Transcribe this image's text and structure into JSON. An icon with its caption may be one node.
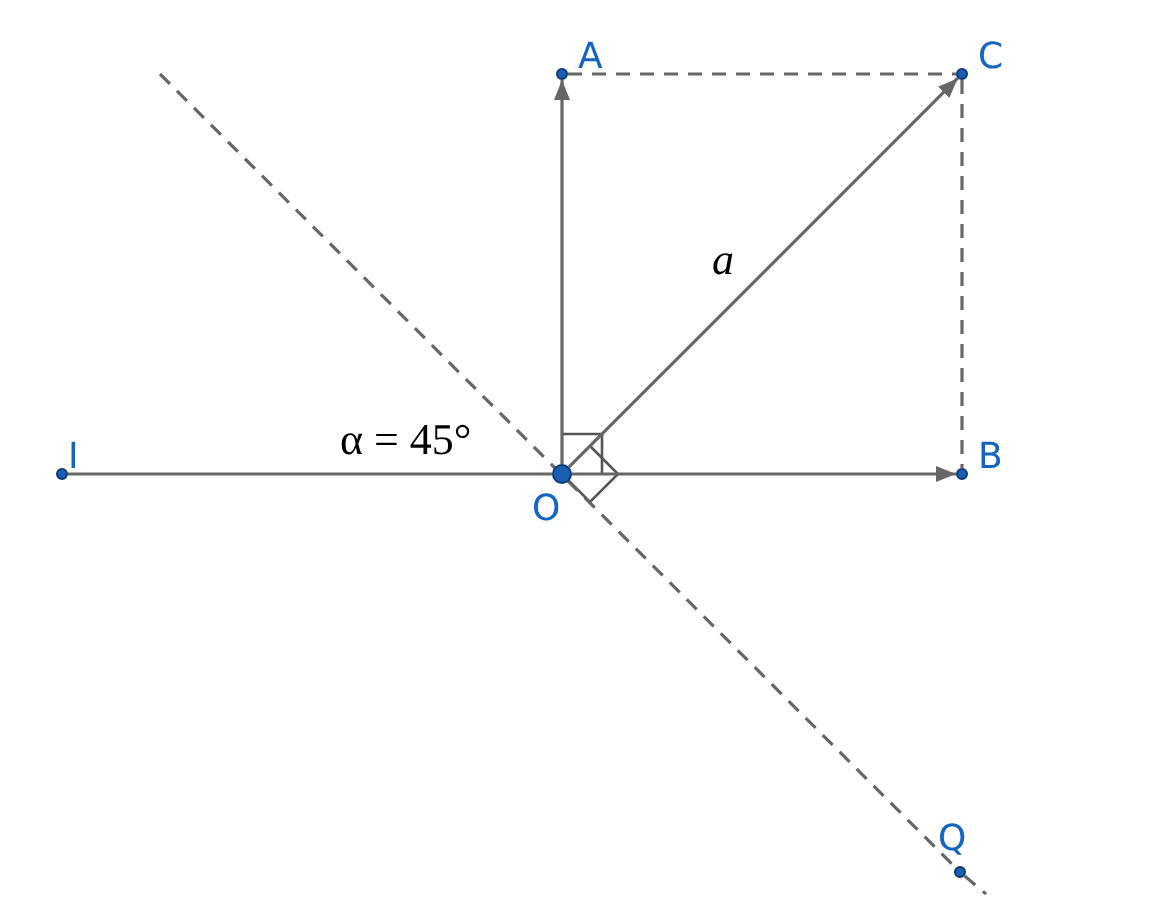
{
  "diagram": {
    "nodes": [
      {
        "text": [
          "A"
        ]
      },
      {
        "text": [
          "C"
        ]
      },
      {
        "text": [
          "I"
        ]
      },
      {
        "text": [
          "O"
        ]
      },
      {
        "text": [
          "B"
        ]
      },
      {
        "text": [
          "Q"
        ]
      }
    ],
    "edges": [
      {
        "from": 3,
        "to": 0,
        "arrow": "to"
      },
      {
        "from": 3,
        "to": 1,
        "arrow": "to",
        "label": "a"
      },
      {
        "from": 3,
        "to": 4,
        "arrow": "to"
      },
      {
        "from": 0,
        "to": 1,
        "arrow": "none",
        "style": "dashed"
      },
      {
        "from": 1,
        "to": 4,
        "arrow": "none",
        "style": "dashed"
      },
      {
        "from": 2,
        "to": 3,
        "arrow": "none"
      },
      {
        "from": null,
        "to": 5,
        "arrow": "none",
        "style": "dashed"
      },
      {
        "from": 5,
        "to": null,
        "arrow": "none",
        "style": "dashed"
      }
    ],
    "labels": [
      "α = 45°"
    ]
  }
}
